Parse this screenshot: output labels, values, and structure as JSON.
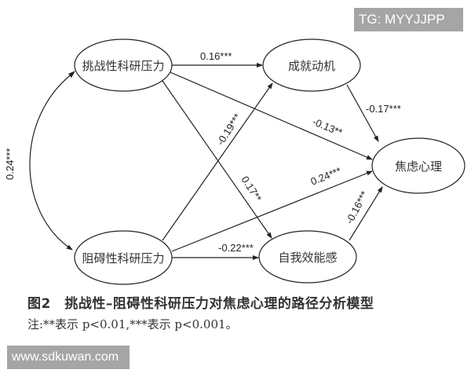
{
  "watermarks": {
    "top": "TG: MYYJJPP",
    "bottom": "www.sdkuwan.com"
  },
  "diagram": {
    "nodes": {
      "challenge": "挑战性科研压力",
      "hindrance": "阻碍性科研压力",
      "motivation": "成就动机",
      "efficacy": "自我效能感",
      "anxiety": "焦虑心理"
    },
    "edges": {
      "challenge_motivation": "0.16***",
      "challenge_anxiety": "-0.13**",
      "challenge_efficacy": "0.17**",
      "hindrance_motivation": "-0.19***",
      "hindrance_anxiety": "0.24***",
      "hindrance_efficacy": "-0.22***",
      "motivation_anxiety": "-0.17***",
      "efficacy_anxiety": "-0.16***",
      "covariance": "0.24***"
    }
  },
  "caption": {
    "title": "图2　挑战性–阻碍性科研压力对焦虑心理的路径分析模型",
    "note": "注:**表示 p<0.01,***表示 p<0.001。"
  }
}
